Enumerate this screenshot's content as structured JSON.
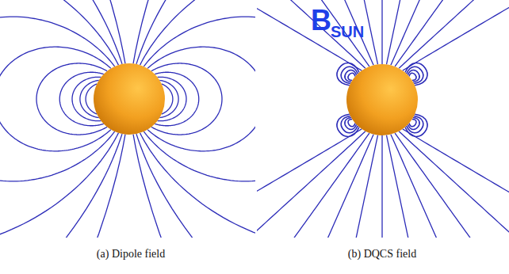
{
  "diagram": {
    "labels": [
      "B",
      "SUN",
      "(a) Dipole field",
      "(b) DQCS field"
    ]
  }
}
